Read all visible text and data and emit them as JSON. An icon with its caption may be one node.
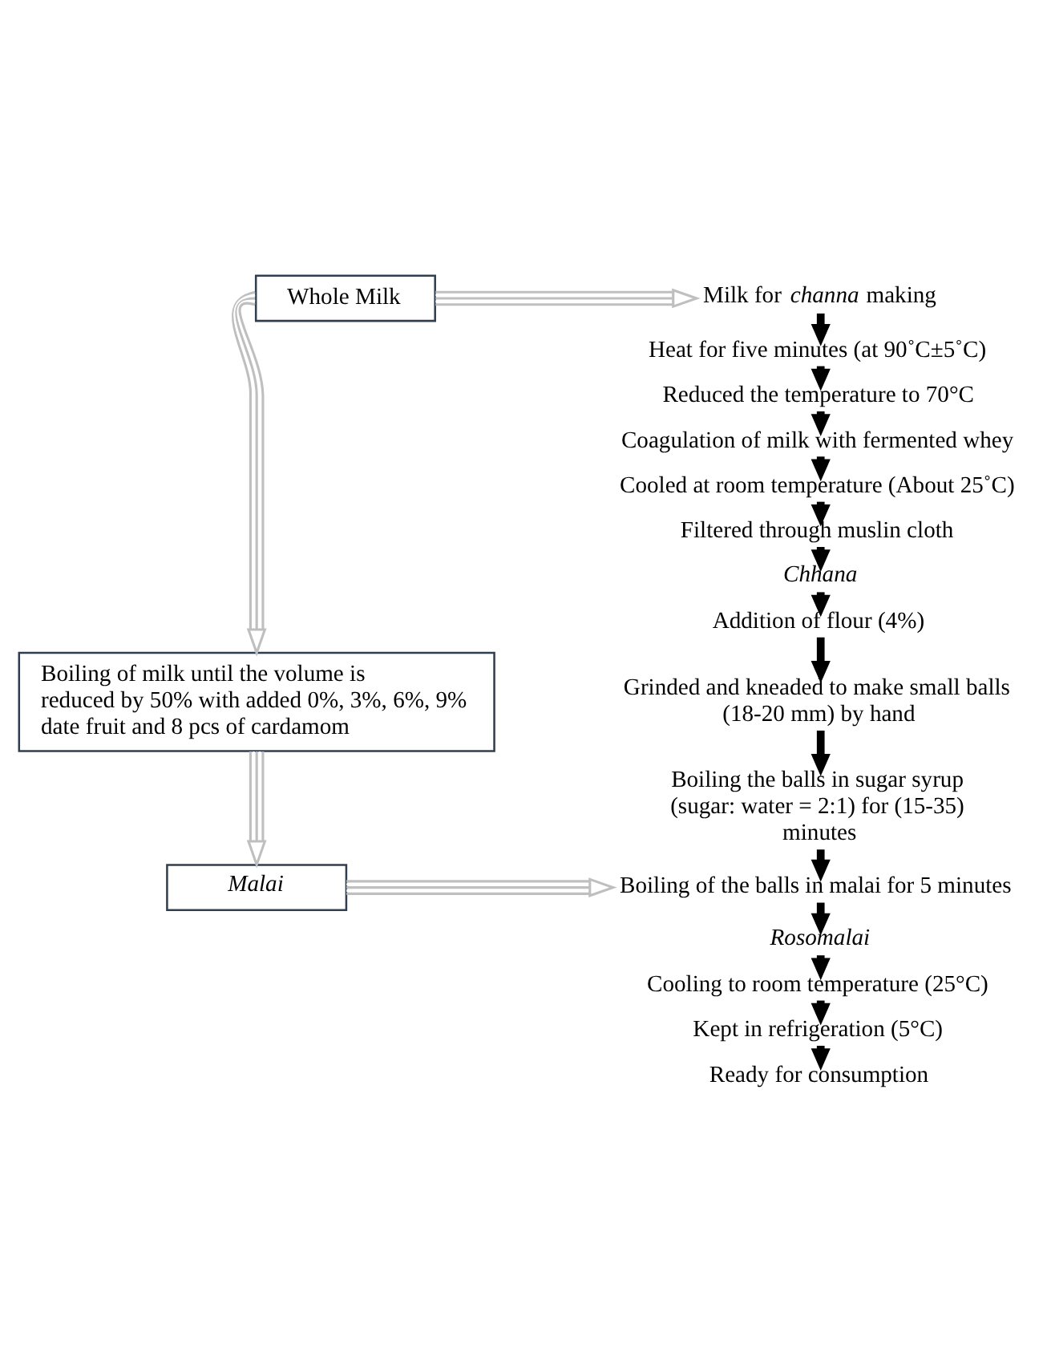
{
  "diagram": {
    "nodes": [
      {
        "text": [
          "Whole Milk"
        ]
      },
      {
        "text": [
          "Milk for *channa* making"
        ]
      },
      {
        "text": [
          "Heat for five minutes (at 90˚C±5˚C)"
        ]
      },
      {
        "text": [
          "Reduced the temperature to 70°C"
        ]
      },
      {
        "text": [
          "Coagulation of milk with fermented whey"
        ]
      },
      {
        "text": [
          "Cooled at room temperature (About 25˚C)"
        ]
      },
      {
        "text": [
          "Filtered through muslin cloth"
        ]
      },
      {
        "text": [
          "Chhana"
        ]
      },
      {
        "text": [
          "Addition of flour (4%)"
        ]
      },
      {
        "text": [
          "Grinded and kneaded to make small balls (18-20 mm) by hand"
        ]
      },
      {
        "text": [
          "Boiling the balls in sugar syrup (sugar: water = 2:1) for (15-35) minutes"
        ]
      },
      {
        "text": [
          "Boiling of the balls in malai for 5 minutes"
        ]
      },
      {
        "text": [
          "Rosomalai"
        ]
      },
      {
        "text": [
          "Cooling to room temperature (25°C)"
        ]
      },
      {
        "text": [
          "Kept in refrigeration (5°C)"
        ]
      },
      {
        "text": [
          "Ready for consumption"
        ]
      },
      {
        "text": [
          "Boiling of milk until the volume is reduced by 50% with added 0%, 3%, 6%, 9% date fruit and 8 pcs of cardamom"
        ]
      },
      {
        "text": [
          "Malai"
        ]
      }
    ],
    "edges": [
      {
        "from": 0,
        "to": 1,
        "arrow": "to",
        "color": "#bfbfbf"
      },
      {
        "from": 0,
        "to": 16,
        "arrow": "to",
        "color": "#bfbfbf"
      },
      {
        "from": 1,
        "to": 2,
        "arrow": "to"
      },
      {
        "from": 2,
        "to": 3,
        "arrow": "to"
      },
      {
        "from": 3,
        "to": 4,
        "arrow": "to"
      },
      {
        "from": 4,
        "to": 5,
        "arrow": "to"
      },
      {
        "from": 5,
        "to": 6,
        "arrow": "to"
      },
      {
        "from": 6,
        "to": 7,
        "arrow": "to"
      },
      {
        "from": 7,
        "to": 8,
        "arrow": "to"
      },
      {
        "from": 8,
        "to": 9,
        "arrow": "to"
      },
      {
        "from": 9,
        "to": 10,
        "arrow": "to"
      },
      {
        "from": 10,
        "to": 11,
        "arrow": "to"
      },
      {
        "from": 11,
        "to": 12,
        "arrow": "to"
      },
      {
        "from": 12,
        "to": 13,
        "arrow": "to"
      },
      {
        "from": 13,
        "to": 14,
        "arrow": "to"
      },
      {
        "from": 14,
        "to": 15,
        "arrow": "to"
      },
      {
        "from": 16,
        "to": 17,
        "arrow": "to",
        "color": "#bfbfbf"
      },
      {
        "from": 17,
        "to": 11,
        "arrow": "to",
        "color": "#bfbfbf"
      }
    ]
  }
}
